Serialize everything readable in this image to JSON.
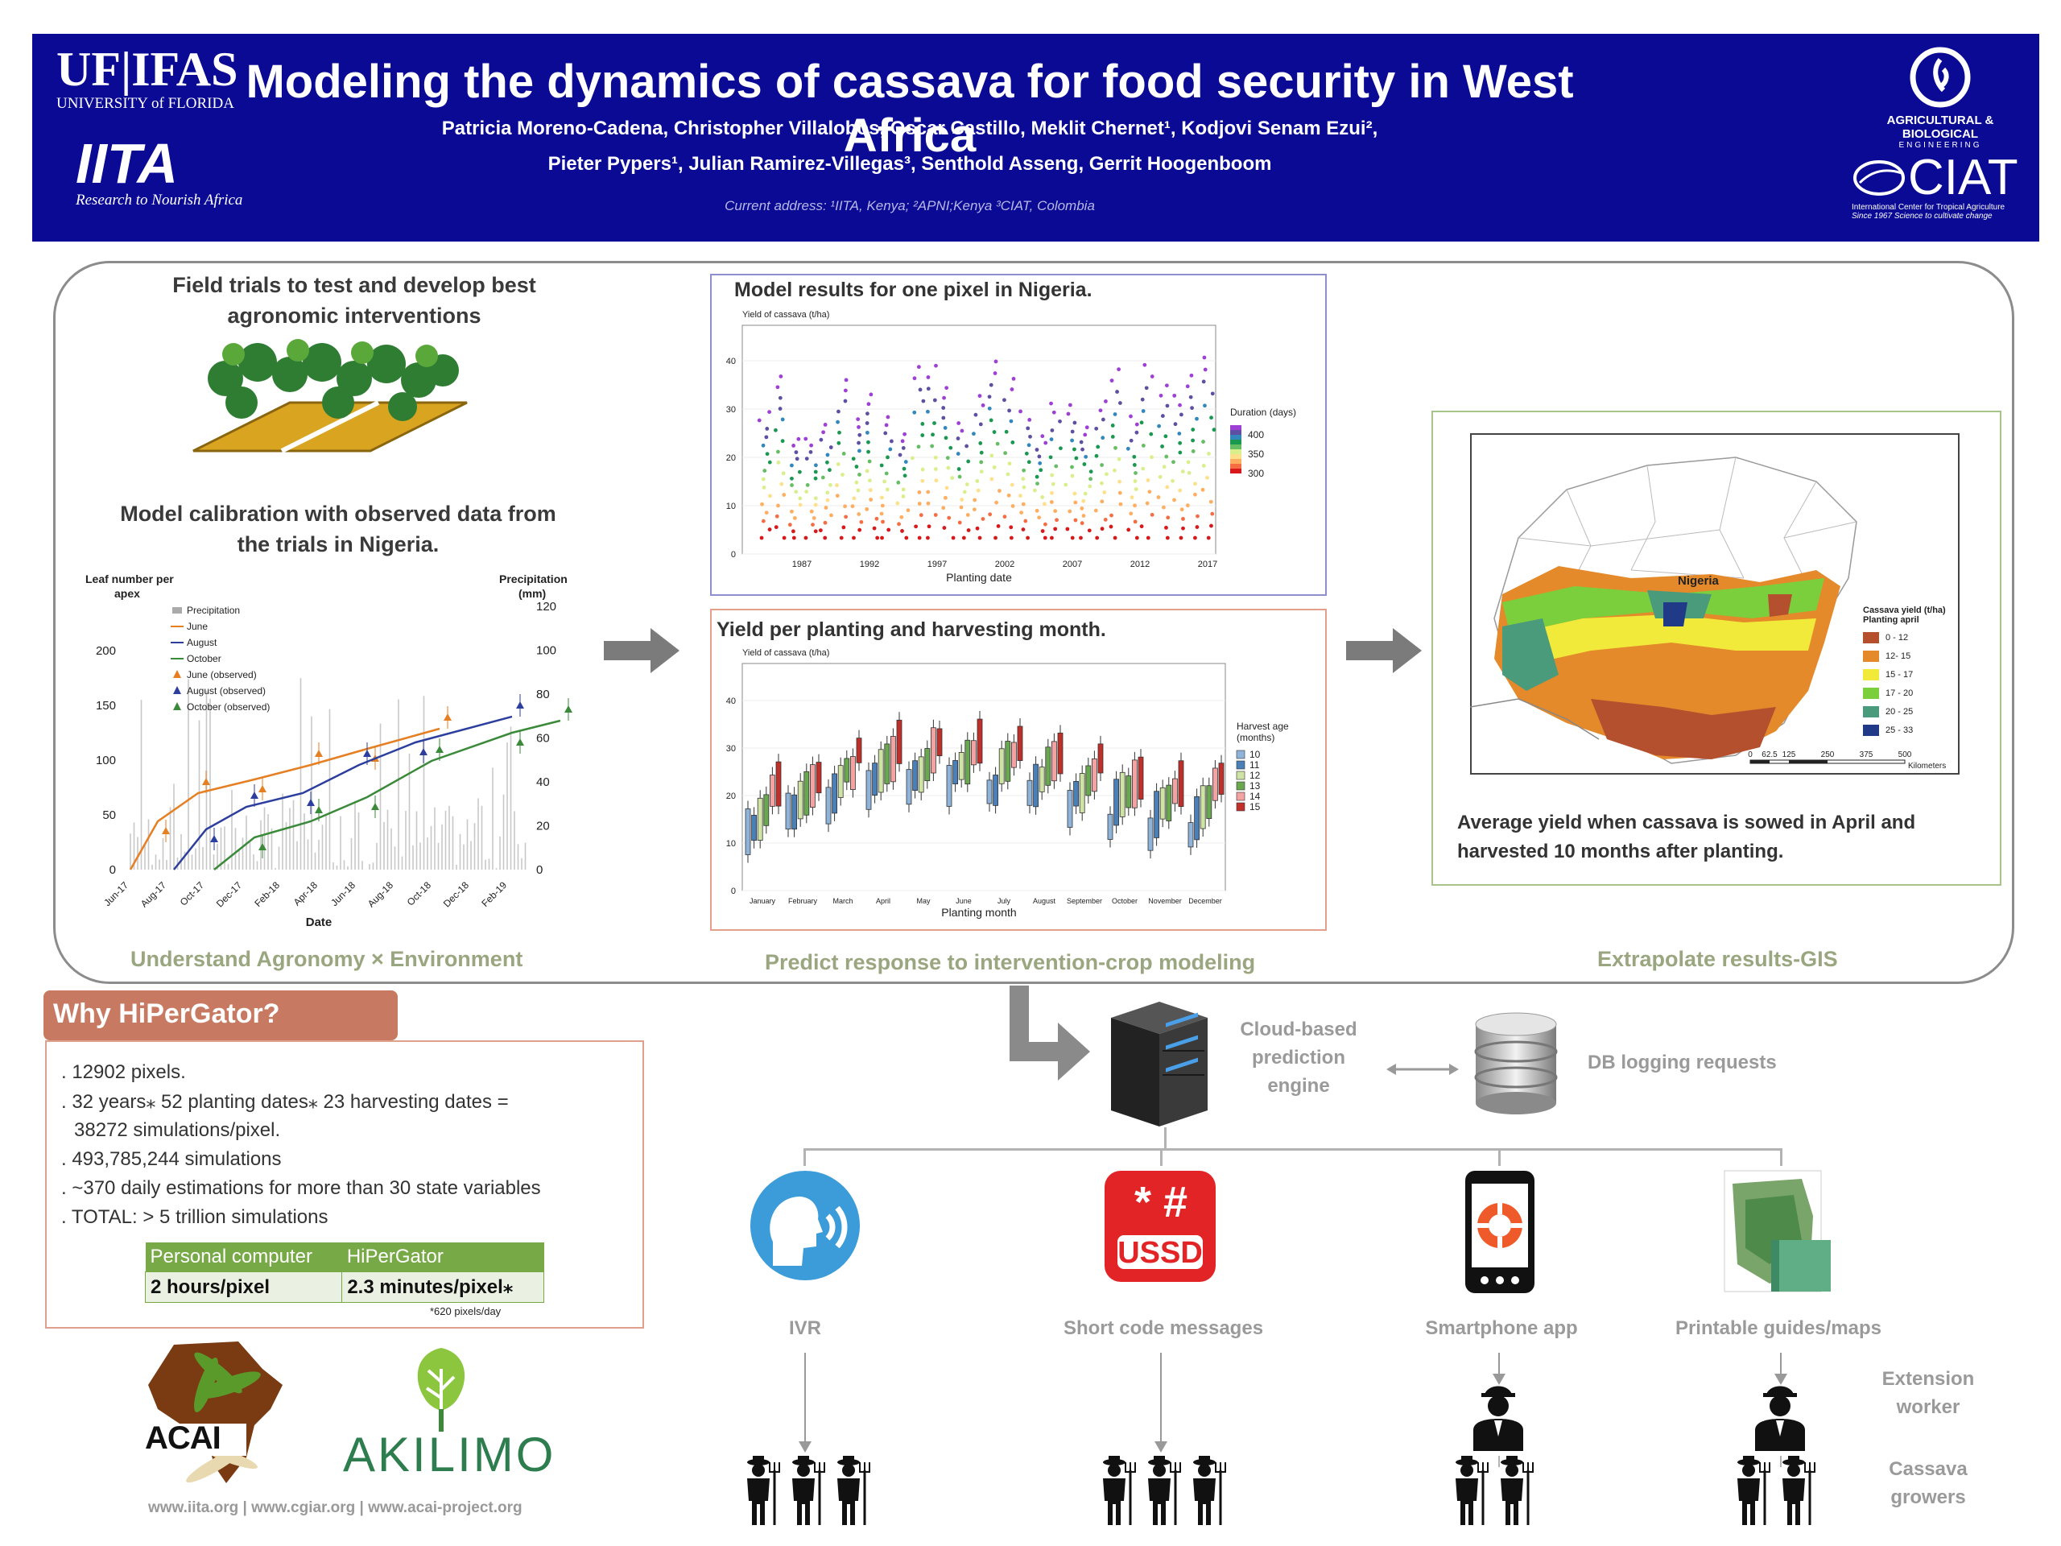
{
  "header": {
    "title": "Modeling the dynamics of cassava for food security in West Africa",
    "authors_line1": "Patricia Moreno-Cadena, Christopher Villalobos, Oscar Castillo, Meklit Chernet¹, Kodjovi Senam Ezui²,",
    "authors_line2": "Pieter Pypers¹, Julian Ramirez-Villegas³, Senthold Asseng, Gerrit Hoogenboom",
    "address": "Current address: ¹IITA, Kenya; ²APNI;Kenya ³CIAT, Colombia",
    "logos": {
      "ufifas_main": "UF|IFAS",
      "ufifas_sub": "UNIVERSITY of FLORIDA",
      "iita_main": "IITA",
      "iita_sub": "Research to Nourish Africa",
      "abe_text": "AGRICULTURAL & BIOLOGICAL",
      "abe_sub": "ENGINEERING",
      "ciat_main": "CIAT",
      "ciat_sub": "International Center for Tropical Agriculture",
      "ciat_sub2": "Since 1967 Science to cultivate change"
    }
  },
  "agronomy": {
    "field_trials_heading": "Field trials to test and develop best agronomic interventions",
    "calibration_heading": "Model calibration with observed data from the trials in Nigeria.",
    "caption": "Understand Agronomy × Environment",
    "chart": {
      "y_left_label": "Leaf number per apex",
      "y_right_label": "Precipitation (mm)",
      "x_label": "Date",
      "legend": [
        "Precipitation",
        "June",
        "August",
        "October",
        "June (observed)",
        "August (observed)",
        "October (observed)"
      ],
      "y_left_ticks": [
        "0",
        "50",
        "100",
        "150",
        "200"
      ],
      "y_right_ticks": [
        "0",
        "20",
        "40",
        "60",
        "80",
        "100",
        "120"
      ],
      "x_ticks": [
        "Jun-17",
        "Aug-17",
        "Oct-17",
        "Dec-17",
        "Feb-18",
        "Apr-18",
        "Jun-18",
        "Aug-18",
        "Oct-18",
        "Dec-18",
        "Feb-19"
      ]
    }
  },
  "crop_model": {
    "caption": "Predict response to intervention-crop modeling",
    "pixel_title": "Model results for one pixel  in Nigeria.",
    "pixel_chart": {
      "y_label": "Yield of cassava (t/ha)",
      "x_label": "Planting date",
      "y_ticks": [
        "0",
        "10",
        "20",
        "30",
        "40"
      ],
      "x_ticks": [
        "1987",
        "1992",
        "1997",
        "2002",
        "2007",
        "2012",
        "2017"
      ],
      "legend_title": "Duration (days)",
      "legend_ticks": [
        "400",
        "350",
        "300"
      ]
    },
    "month_title": "Yield per planting and harvesting month.",
    "month_chart": {
      "y_label": "Yield of cassava (t/ha)",
      "x_label": "Planting month",
      "y_ticks": [
        "0",
        "10",
        "20",
        "30",
        "40"
      ],
      "x_ticks": [
        "January",
        "February",
        "March",
        "April",
        "May",
        "June",
        "July",
        "August",
        "September",
        "October",
        "November",
        "December"
      ],
      "legend_title": "Harvest age (months)",
      "legend": [
        {
          "label": "10",
          "color": "#8fb3d9"
        },
        {
          "label": "11",
          "color": "#4a7fb8"
        },
        {
          "label": "12",
          "color": "#cfe3a4"
        },
        {
          "label": "13",
          "color": "#6aa84f"
        },
        {
          "label": "14",
          "color": "#f4a3a3"
        },
        {
          "label": "15",
          "color": "#c0302a"
        }
      ]
    }
  },
  "gis": {
    "caption": "Extrapolate results-GIS",
    "map_label": "Nigeria",
    "legend_title": "Cassava yield (t/ha)",
    "legend_sub": "Planting april",
    "legend": [
      {
        "label": "0 - 12",
        "color": "#b5502e"
      },
      {
        "label": "12- 15",
        "color": "#e48a2a"
      },
      {
        "label": "15 - 17",
        "color": "#f2ea3a"
      },
      {
        "label": "17 - 20",
        "color": "#7ccf3c"
      },
      {
        "label": "20 - 25",
        "color": "#4a9a7c"
      },
      {
        "label": "25 - 33",
        "color": "#203a88"
      }
    ],
    "scale": [
      "0",
      "62.5",
      "125",
      "250",
      "375",
      "500"
    ],
    "scale_unit": "Kilometers",
    "description": "Average yield when cassava is sowed in April and harvested 10 months after planting."
  },
  "why": {
    "tab": "Why HiPerGator?",
    "items": [
      ". 12902 pixels.",
      ". 32 years⁎ 52 planting dates⁎ 23 harvesting dates =",
      "38272 simulations/pixel.",
      ". 493,785,244  simulations",
      ". ~370 daily estimations for more than 30 state variables",
      ". TOTAL: > 5 trillion simulations"
    ],
    "table_headers": [
      "Personal computer",
      "HiPerGator"
    ],
    "table_values": [
      "2 hours/pixel",
      "2.3 minutes/pixel⁎"
    ],
    "footnote": "*620 pixels/day"
  },
  "partners": {
    "acai": "ACAI",
    "akilimo": "AKILIMO",
    "websites": "www.iita.org | www.cgiar.org | www.acai-project.org"
  },
  "dissemination": {
    "engine": "Cloud-based prediction engine",
    "db": "DB logging requests",
    "channels": [
      "IVR",
      "Short code  messages",
      "Smartphone app",
      "Printable guides/maps"
    ],
    "ussd_symbols": "* #",
    "ussd_text": "USSD",
    "extension_worker": "Extension worker",
    "cassava_growers": "Cassava growers"
  }
}
